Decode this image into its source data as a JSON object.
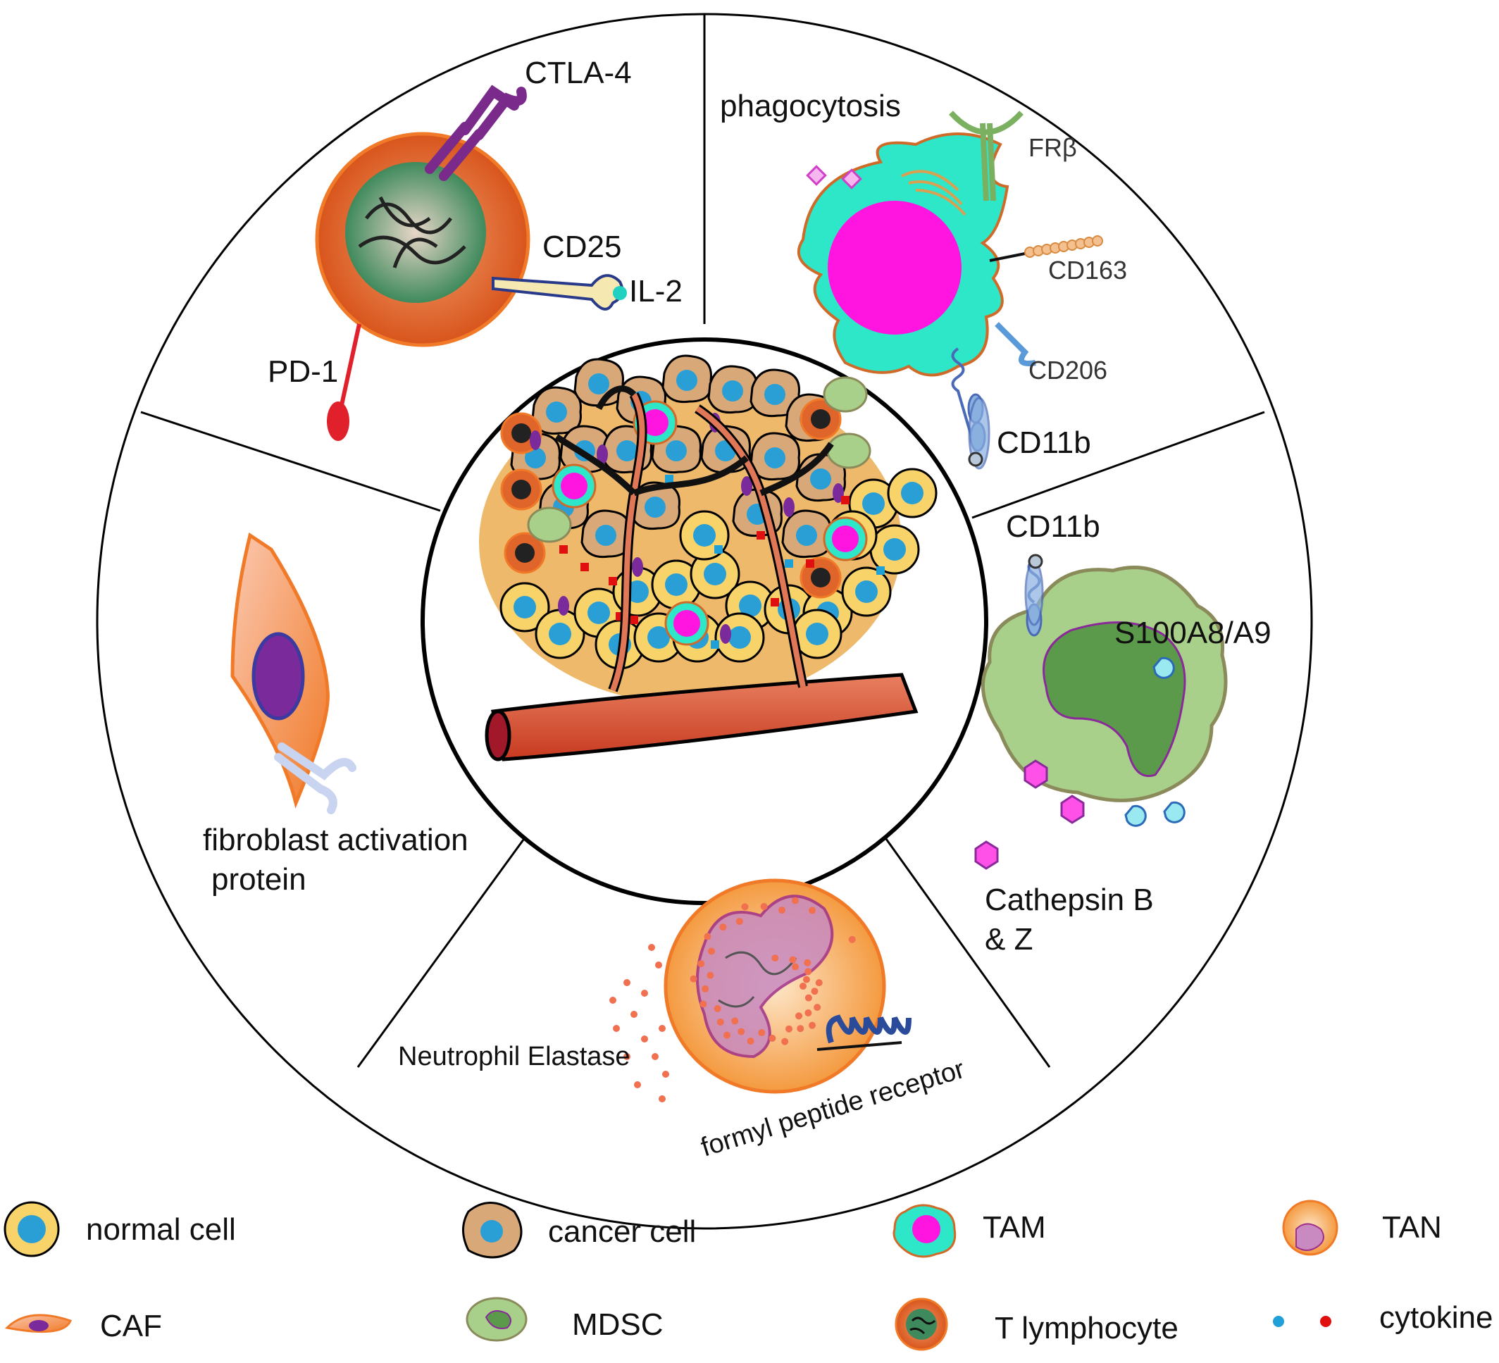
{
  "sectors": {
    "t_lymphocyte": {
      "labels": [
        "CTLA-4",
        "CD25",
        "IL-2",
        "PD-1"
      ]
    },
    "tam": {
      "labels": [
        "phagocytosis",
        "FRβ",
        "CD163",
        "CD206",
        "CD11b"
      ]
    },
    "mdsc": {
      "labels": [
        "CD11b",
        "S100A8/A9",
        "Cathepsin B",
        "& Z"
      ]
    },
    "tan": {
      "labels": [
        "Neutrophil Elastase",
        "formyl peptide receptor"
      ]
    },
    "caf": {
      "labels": [
        "fibroblast activation",
        "protein"
      ]
    }
  },
  "legend": [
    {
      "label": "normal cell",
      "icon": "normal-cell-icon"
    },
    {
      "label": "cancer cell",
      "icon": "cancer-cell-icon"
    },
    {
      "label": "TAM",
      "icon": "tam-icon"
    },
    {
      "label": "TAN",
      "icon": "tan-icon"
    },
    {
      "label": "CAF",
      "icon": "caf-icon"
    },
    {
      "label": "MDSC",
      "icon": "mdsc-icon"
    },
    {
      "label": "T lymphocyte",
      "icon": "t-lymphocyte-icon"
    },
    {
      "label": "cytokine",
      "icon": "cytokine-icon"
    }
  ],
  "colors": {
    "outline": "#000000",
    "tam_body": "#2ee6c8",
    "tam_nucleus": "#ff14e0",
    "t_cell_body": "#e0652a",
    "t_cell_nucleus": "#3f8a5c",
    "mdsc_body": "#a8d08a",
    "mdsc_nucleus": "#5b9a4a",
    "caf_body": "#f59a5a",
    "caf_nucleus": "#7a2a9a",
    "normal_body": "#f7d36a",
    "normal_nucleus": "#2a9fd6",
    "cancer_body": "#d9a878",
    "vessel": "#e06040",
    "cytokine_blue": "#1fa0d6",
    "cytokine_red": "#e01010",
    "ctla4": "#7a2a8a",
    "pd1": "#e0202a",
    "cd25": "#f5e8b0",
    "il2": "#20d0c0",
    "cathepsin": "#ff50e8"
  }
}
